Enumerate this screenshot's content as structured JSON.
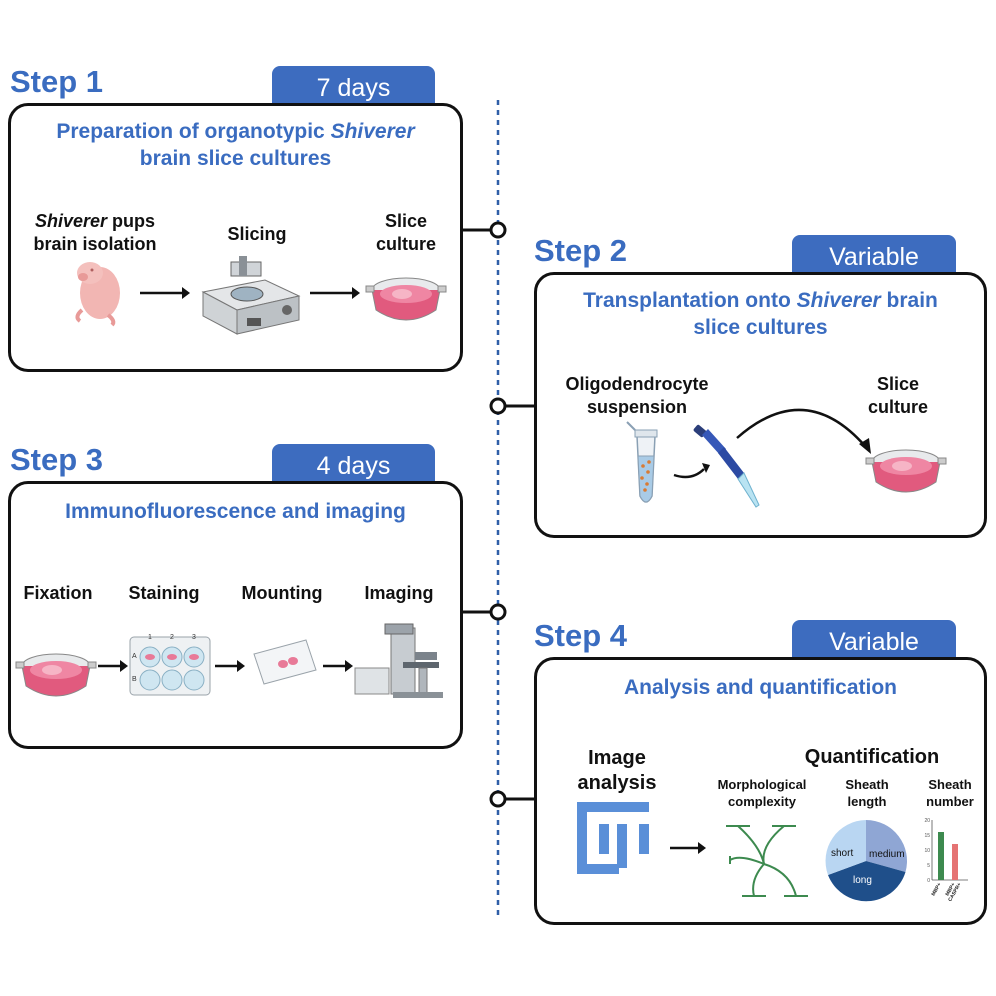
{
  "timeline": {
    "dash_color": "#2f5fa8"
  },
  "colors": {
    "accent": "#3a6cc0",
    "tab": "#3d6cbf",
    "border": "#111111",
    "pink": "#e46b8a",
    "green": "#3d8a4f"
  },
  "step1": {
    "title": "Step 1",
    "duration": "7 days",
    "heading_a": "Preparation of organotypic ",
    "heading_em": "Shiverer",
    "heading_b": "brain slice cultures",
    "pups_em": "Shiverer",
    "pups_rest": " pups",
    "pups_line2": "brain isolation",
    "slicing": "Slicing",
    "slice_l1": "Slice",
    "slice_l2": "culture",
    "icons": [
      "mouse-pup-icon",
      "vibratome-icon",
      "culture-dish-icon"
    ]
  },
  "step2": {
    "title": "Step 2",
    "duration": "Variable",
    "heading_a": "Transplantation onto ",
    "heading_em": "Shiverer",
    "heading_b": " brain",
    "heading_c": "slice cultures",
    "olig_l1": "Oligodendrocyte",
    "olig_l2": "suspension",
    "slice_l1": "Slice",
    "slice_l2": "culture",
    "icons": [
      "tube-icon",
      "pipette-icon",
      "culture-dish-icon"
    ]
  },
  "step3": {
    "title": "Step 3",
    "duration": "4 days",
    "heading": "Immunofluorescence and imaging",
    "stages": [
      "Fixation",
      "Staining",
      "Mounting",
      "Imaging"
    ],
    "plate_cols": [
      "1",
      "2",
      "3"
    ],
    "plate_rows": [
      "A",
      "B"
    ],
    "icons": [
      "culture-dish-icon",
      "well-plate-icon",
      "microscope-slide-icon",
      "microscope-icon"
    ]
  },
  "step4": {
    "title": "Step 4",
    "duration": "Variable",
    "heading": "Analysis and quantification",
    "image_l1": "Image",
    "image_l2": "analysis",
    "quant": "Quantification",
    "morph_l1": "Morphological",
    "morph_l2": "complexity",
    "sheath_len_l1": "Sheath",
    "sheath_len_l2": "length",
    "sheath_num_l1": "Sheath",
    "sheath_num_l2": "number",
    "pie_labels": [
      "short",
      "medium",
      "long"
    ],
    "bar_axis_ticks": [
      "20",
      "15",
      "10",
      "5",
      "0"
    ],
    "bar_categories": [
      "MBP+",
      "MBP+\nCASPR+"
    ],
    "icons": [
      "fiji-logo-icon",
      "neuron-tracing-icon",
      "pie-chart-icon",
      "bar-chart-icon"
    ]
  },
  "chart_data": {
    "type": "bar",
    "categories": [
      "MBP+",
      "MBP+ CASPR+"
    ],
    "values": [
      16,
      12
    ],
    "ylim": [
      0,
      20
    ],
    "ticks": [
      0,
      5,
      10,
      15,
      20
    ],
    "colors": [
      "#3d8a4f",
      "#e57373"
    ]
  }
}
